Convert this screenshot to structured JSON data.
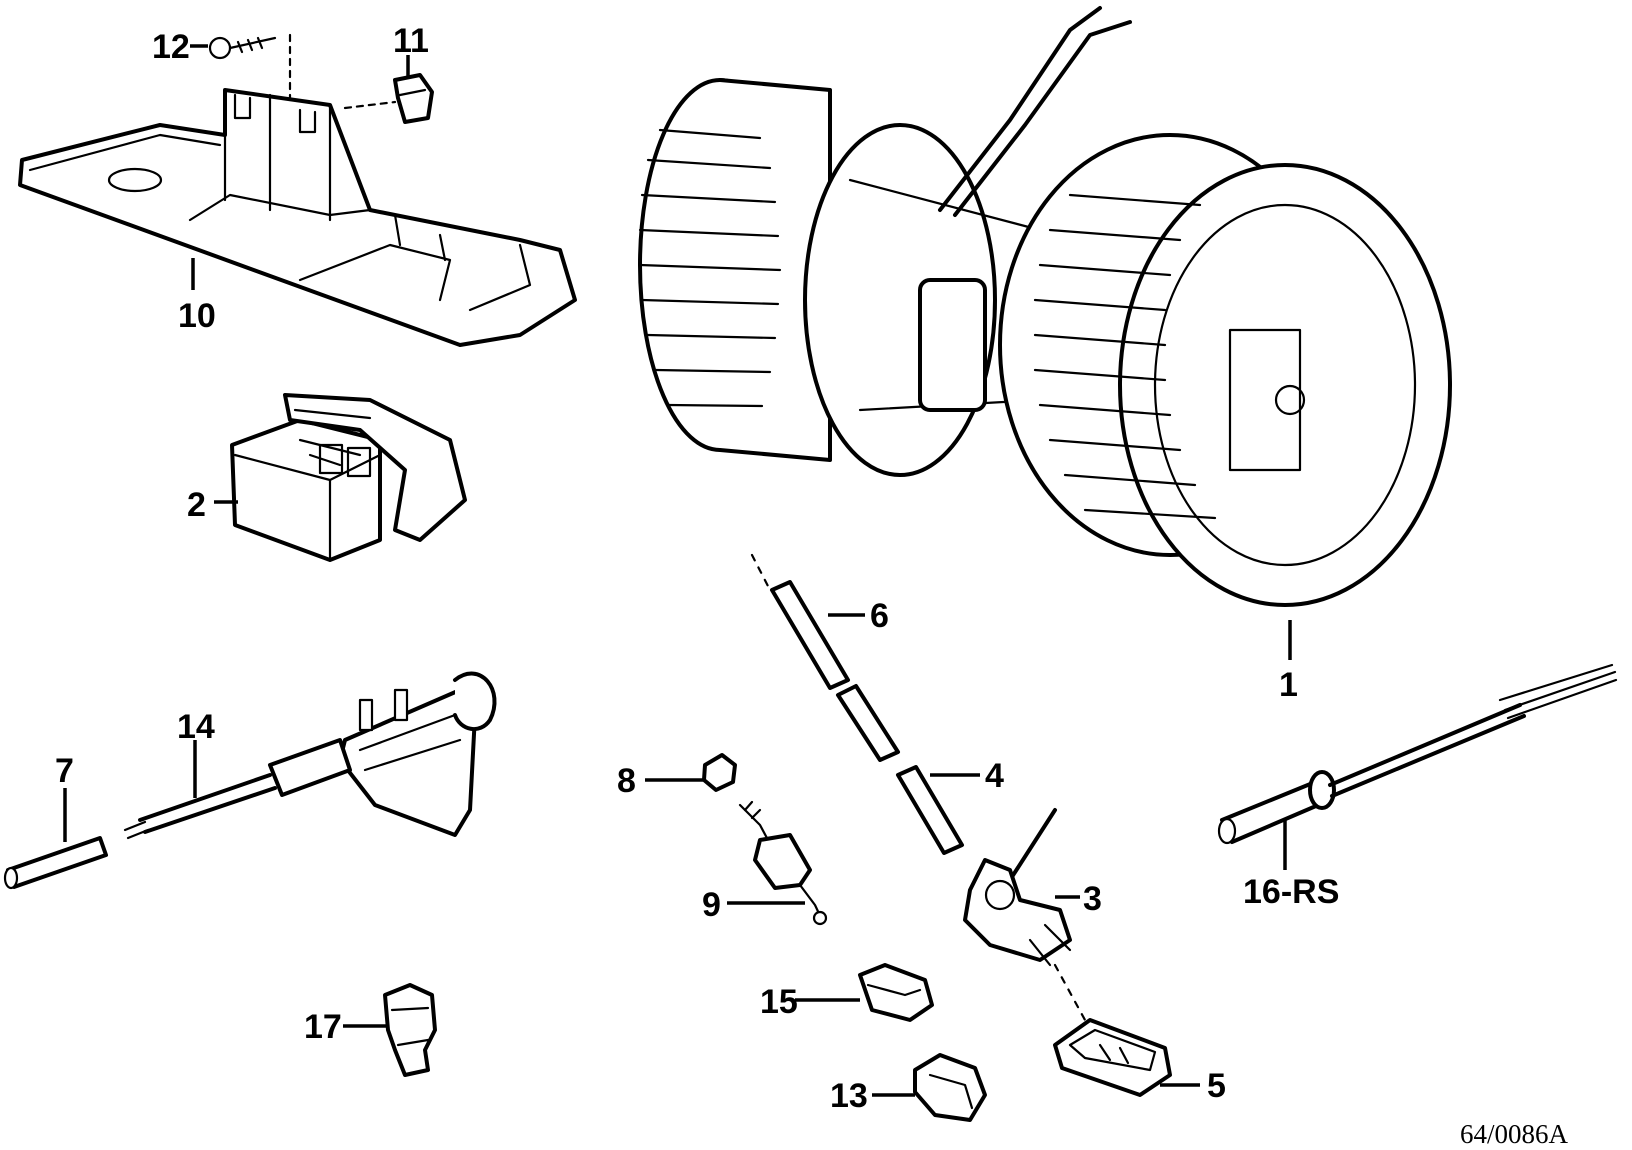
{
  "callouts": {
    "c1": "1",
    "c2": "2",
    "c3": "3",
    "c4": "4",
    "c5": "5",
    "c6": "6",
    "c7": "7",
    "c8": "8",
    "c9": "9",
    "c10": "10",
    "c11": "11",
    "c12": "12",
    "c13": "13",
    "c14": "14",
    "c15": "15",
    "c16": "16-RS",
    "c17": "17"
  },
  "reference_number": "64/0086A"
}
